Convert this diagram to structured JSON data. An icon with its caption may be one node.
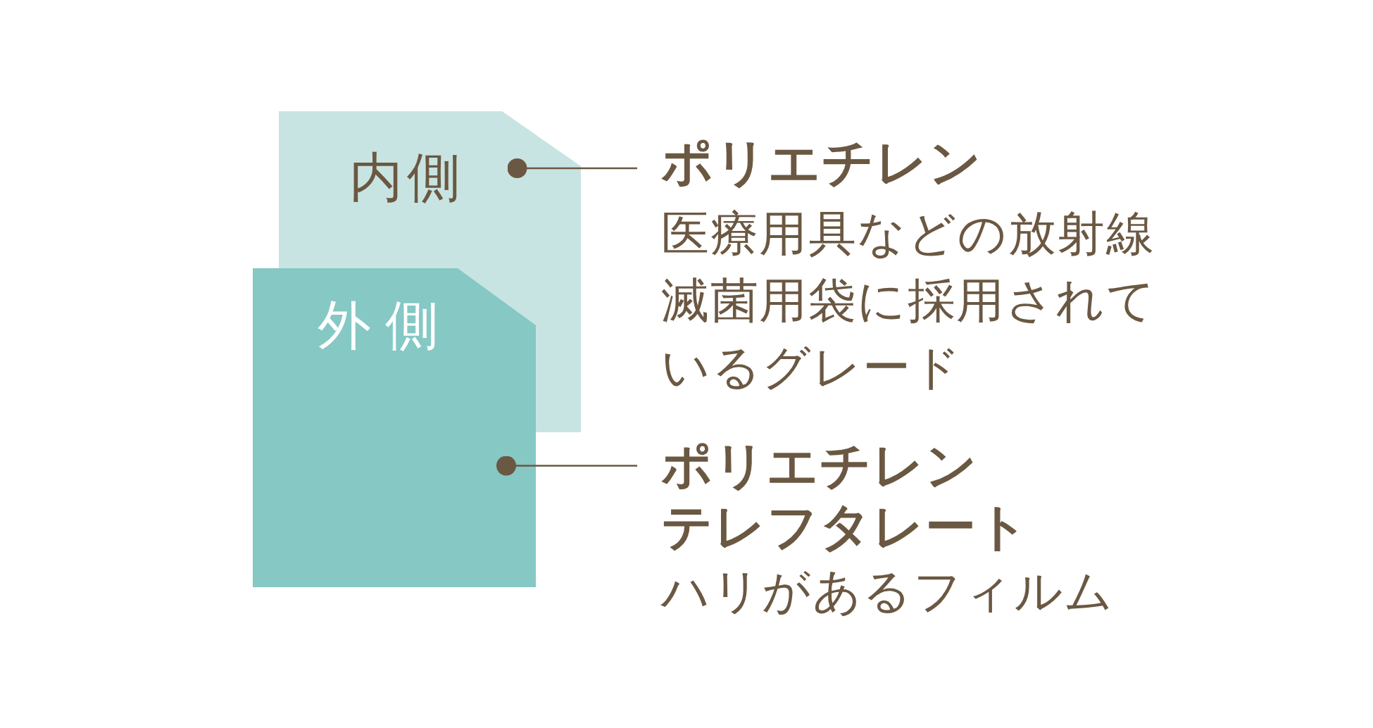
{
  "diagram": {
    "nodes": [
      {
        "text": [
          "内側"
        ]
      },
      {
        "text": [
          "外側"
        ]
      },
      {
        "text": [
          "ポリエチレン",
          "医療用具などの放射線滅菌用袋に採用されているグレード"
        ]
      },
      {
        "text": [
          "ポリエチレンテレフタレート",
          "ハリがあるフィルム"
        ]
      }
    ],
    "edges": [
      {
        "from": 2,
        "to": 0,
        "arrow": "other"
      },
      {
        "from": 3,
        "to": 1,
        "arrow": "other"
      }
    ]
  }
}
